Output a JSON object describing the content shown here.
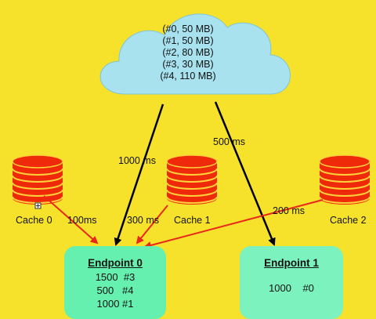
{
  "cloud": {
    "files": [
      "(#0, 50 MB)",
      "(#1, 50 MB)",
      "(#2, 80 MB)",
      "(#3, 30 MB)",
      "(#4, 110 MB)"
    ]
  },
  "caches": [
    {
      "label": "Cache 0"
    },
    {
      "label": "Cache 1"
    },
    {
      "label": "Cache 2"
    }
  ],
  "latencies": {
    "cloud_to_ep0": "1000 ms",
    "cloud_to_ep1": "500 ms",
    "cache0_to_ep0": "100ms",
    "cache1_to_ep0": "300 ms",
    "cache2_to_ep0": "200 ms"
  },
  "endpoints": [
    {
      "title": "Endpoint 0",
      "rows": [
        "1500  #3",
        "500   #4",
        "1000 #1"
      ]
    },
    {
      "title": "Endpoint 1",
      "rows": [
        "1000    #0"
      ]
    }
  ],
  "colors": {
    "background": "#f6e12b",
    "cloud": "#a8e2ee",
    "cache_disk": "#ee2a0a",
    "endpoint": "#66f0b0",
    "arrow_black": "#000000",
    "arrow_red": "#e8281a"
  }
}
